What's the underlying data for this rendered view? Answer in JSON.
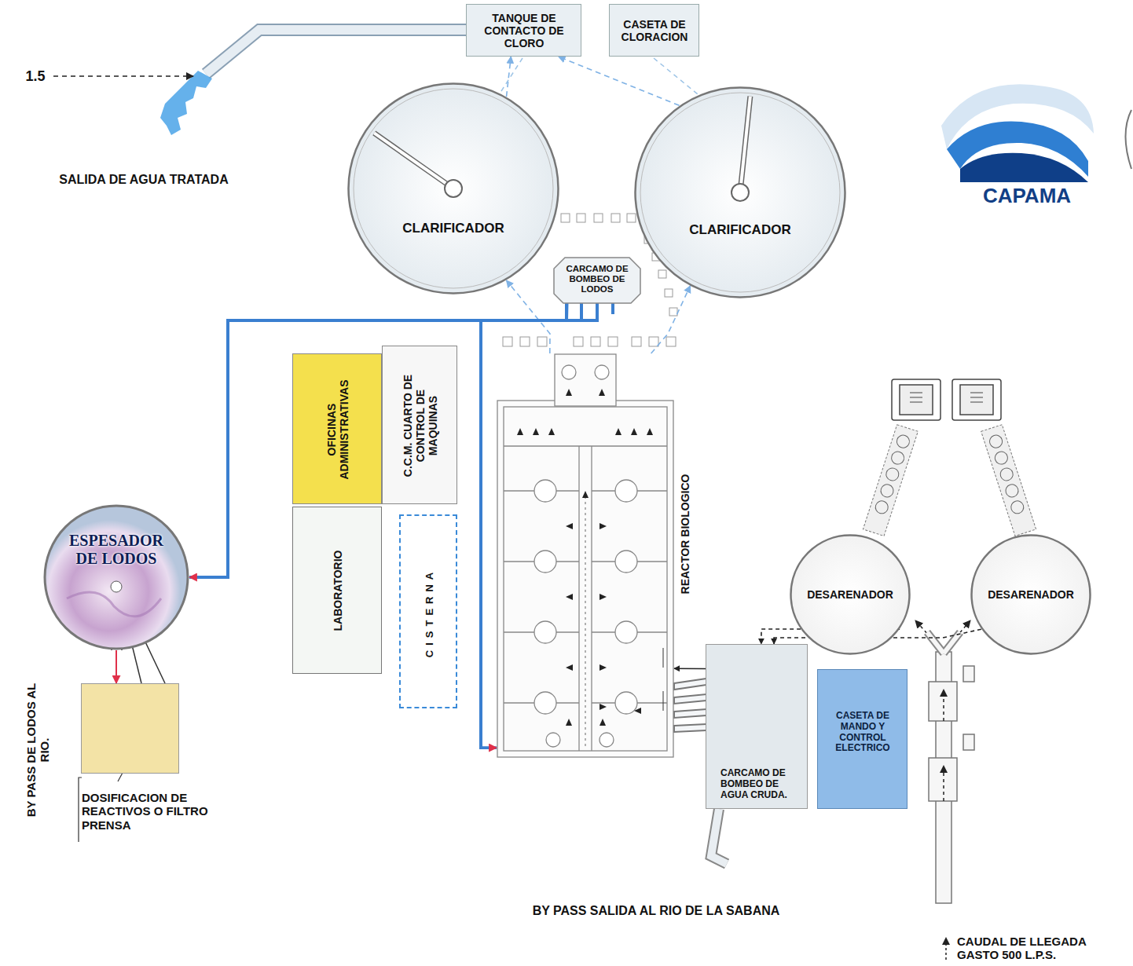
{
  "diagram": {
    "nodes": [
      {
        "text": [
          "TANQUE DE CONTACTO DE CLORO"
        ]
      },
      {
        "text": [
          "CASETA DE CLORACION"
        ]
      },
      {
        "text": [
          "CLARIFICADOR"
        ]
      },
      {
        "text": [
          "CLARIFICADOR"
        ]
      },
      {
        "text": [
          "CARCAMO DE BOMBEO DE LODOS"
        ]
      },
      {
        "text": [
          "OFICINAS ADMINISTRATIVAS"
        ]
      },
      {
        "text": [
          "C.C.M. CUARTO DE CONTROL DE MAQUINAS"
        ]
      },
      {
        "text": [
          "LABORATORIO"
        ]
      },
      {
        "text": [
          "CISTERNA"
        ]
      },
      {
        "text": [
          "ESPESADOR DE LODOS"
        ]
      },
      {
        "text": [
          "DOSIFICACION DE REACTIVOS O FILTRO PRENSA"
        ]
      },
      {
        "text": [
          "REACTOR BIOLOGICO"
        ]
      },
      {
        "text": [
          "CARCAMO DE BOMBEO DE AGUA CRUDA."
        ]
      },
      {
        "text": [
          "CASETA DE MANDO Y CONTROL ELECTRICO"
        ]
      },
      {
        "text": [
          "DESARENADOR"
        ]
      },
      {
        "text": [
          "DESARENADOR"
        ]
      }
    ],
    "edges": [
      {
        "from": 2,
        "to": 0,
        "arrow": "to"
      },
      {
        "from": 3,
        "to": 0,
        "arrow": "to"
      },
      {
        "from": 11,
        "to": 2,
        "arrow": "to"
      },
      {
        "from": 11,
        "to": 3,
        "arrow": "to"
      },
      {
        "from": 4,
        "to": 9,
        "arrow": "to"
      },
      {
        "from": 4,
        "to": 11,
        "arrow": "to"
      },
      {
        "from": 9,
        "to": 10,
        "arrow": "to"
      },
      {
        "from": 12,
        "to": 11,
        "arrow": "to"
      },
      {
        "from": 14,
        "to": 12,
        "arrow": "to"
      },
      {
        "from": 15,
        "to": 12,
        "arrow": "to"
      }
    ],
    "labels": [
      "1.5",
      "SALIDA DE AGUA TRATADA",
      "CAPAMA",
      "BY PASS DE LODOS AL RIO.",
      "BY PASS SALIDA AL RIO DE LA SABANA",
      "CAUDAL DE LLEGADA GASTO 500 L.P.S."
    ]
  }
}
